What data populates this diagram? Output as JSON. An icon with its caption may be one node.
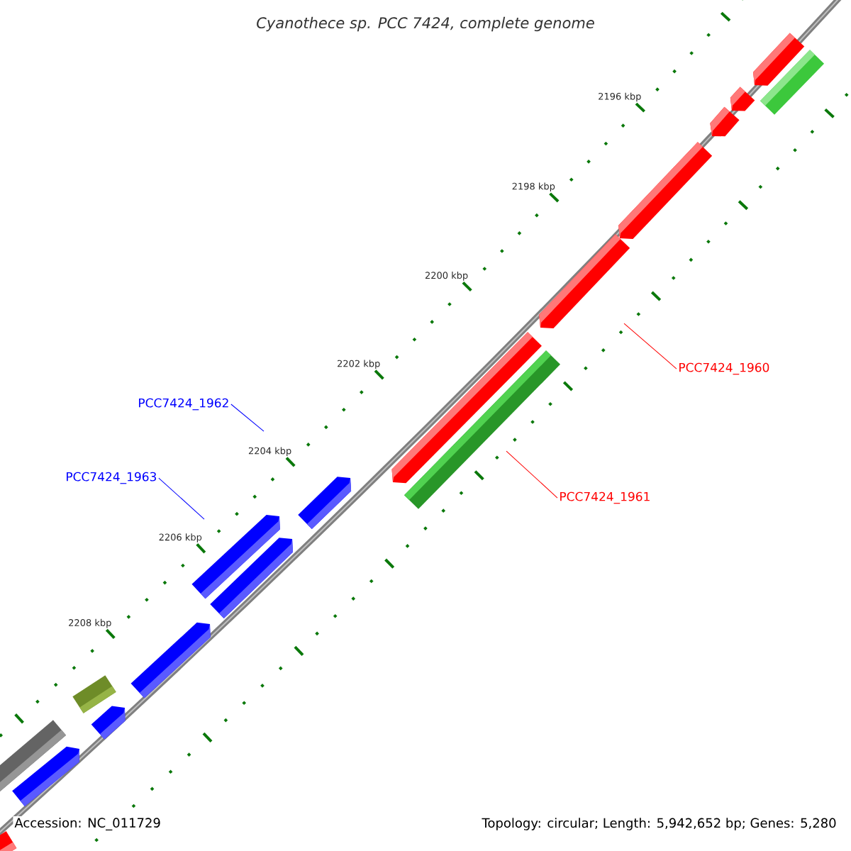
{
  "diagram": {
    "title": "Cyanothece sp. PCC 7424, complete genome",
    "nodes": [
      {
        "text": [
          "PCC7424_1960"
        ]
      },
      {
        "text": [
          "PCC7424_1962"
        ]
      },
      {
        "text": [
          "PCC7424_1963"
        ]
      },
      {
        "text": [
          "PCC7424_1961"
        ]
      }
    ],
    "edges": [
      {
        "from": 0,
        "to": null,
        "arrow": "none",
        "color": "#ff0000"
      },
      {
        "from": 1,
        "to": null,
        "arrow": "none",
        "color": "#0000ff"
      },
      {
        "from": 2,
        "to": null,
        "arrow": "none",
        "color": "#0000ff"
      },
      {
        "from": 3,
        "to": null,
        "arrow": "none",
        "color": "#ff0000"
      }
    ],
    "labels": [
      "2196 kbp",
      "2198 kbp",
      "2200 kbp",
      "2202 kbp",
      "2204 kbp",
      "2206 kbp",
      "2208 kbp",
      "Accession: NC_011729",
      "Topology: circular; Length: 5,942,652 bp; Genes: 5,280"
    ]
  }
}
